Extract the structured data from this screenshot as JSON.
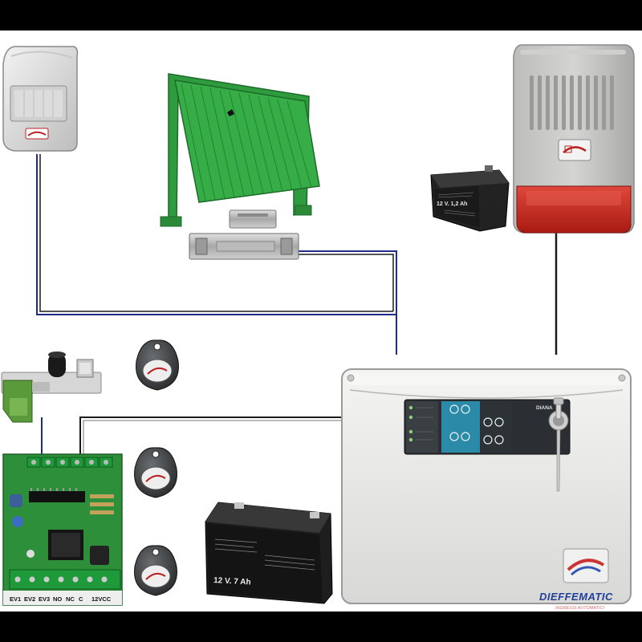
{
  "battery_small": {
    "label": "12 V. 1,2 Ah"
  },
  "battery_large": {
    "label": "12 V. 7 Ah"
  },
  "panel": {
    "brand": "DIANA"
  },
  "receiver": {
    "terminals": [
      "EV1",
      "EV2",
      "EV3",
      "NO",
      "NC",
      "C",
      "12VCC"
    ]
  },
  "brand": {
    "name": "DIEFFEMATIC",
    "tagline": "INGRESSI AUTOMATICI"
  },
  "colors": {
    "wire_dark": "#1b1b1b",
    "wire_blue": "#1f2a8a",
    "pcb": "#2e8f3a",
    "garage_green": "#2f9b3f",
    "siren_red": "#c8291d",
    "panel_grey": "#e6e6e4",
    "tag_dark": "#3a3d3f"
  }
}
